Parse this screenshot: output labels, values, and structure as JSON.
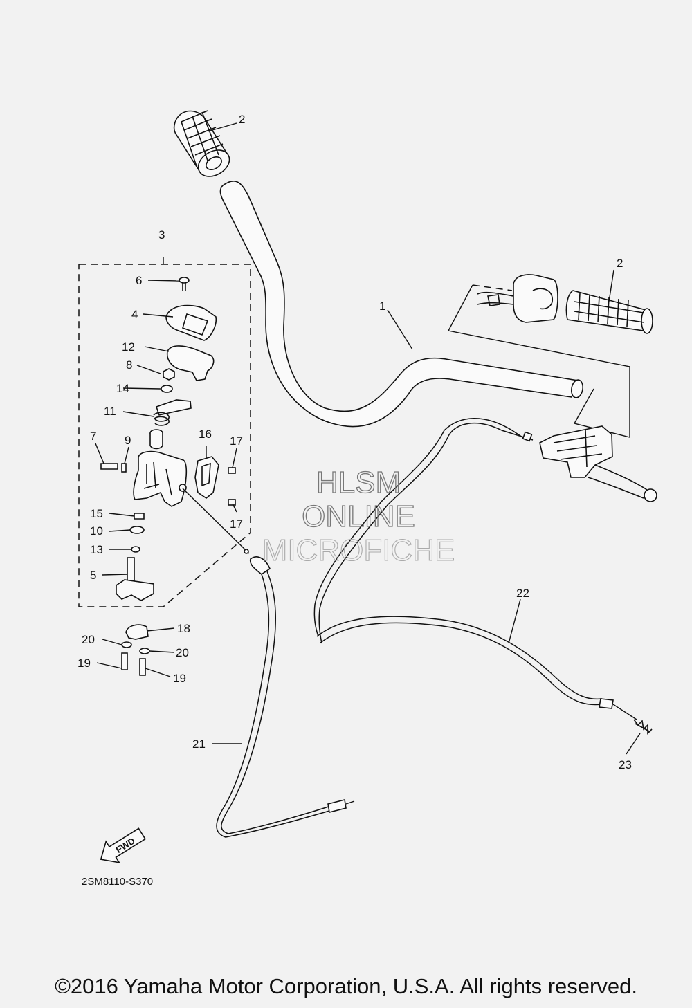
{
  "diagram": {
    "callouts": {
      "c1": "1",
      "c2a": "2",
      "c2b": "2",
      "c3": "3",
      "c4": "4",
      "c5": "5",
      "c6": "6",
      "c7": "7",
      "c8": "8",
      "c9": "9",
      "c10": "10",
      "c11": "11",
      "c12": "12",
      "c13": "13",
      "c14": "14",
      "c15": "15",
      "c16": "16",
      "c17a": "17",
      "c17b": "17",
      "c18": "18",
      "c19a": "19",
      "c19b": "19",
      "c20a": "20",
      "c20b": "20",
      "c21": "21",
      "c22": "22",
      "c23": "23"
    },
    "fwd_label": "FWD",
    "diagram_code": "2SM8110-S370"
  },
  "watermark": {
    "line1": "HLSM",
    "line2": "ONLINE",
    "line3": "MICROFICHE"
  },
  "footer": {
    "copyright": "©2016 Yamaha Motor Corporation, U.S.A. All rights reserved."
  }
}
